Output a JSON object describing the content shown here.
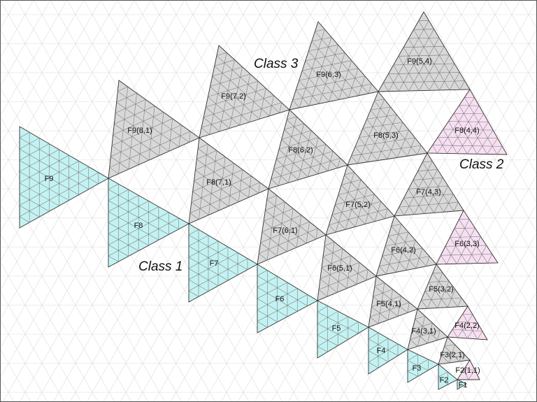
{
  "colors": {
    "background": "#ffffff",
    "background_grid": "#d9d9d9",
    "outer_border": "#555555",
    "class1_fill": "#c4f2f2",
    "class2_fill": "#f7dff2",
    "class3_fill": "#d8d8d8",
    "mesh_line": "#777777",
    "edge_line": "#333333"
  },
  "class_labels": {
    "class1": "Class 1",
    "class2": "Class 2",
    "class3": "Class 3"
  },
  "faces": [
    {
      "id": "f9",
      "label": "F9",
      "class": 1,
      "subdivisions": 9
    },
    {
      "id": "f8",
      "label": "F8",
      "class": 1,
      "subdivisions": 8
    },
    {
      "id": "f7",
      "label": "F7",
      "class": 1,
      "subdivisions": 7
    },
    {
      "id": "f6",
      "label": "F6",
      "class": 1,
      "subdivisions": 6
    },
    {
      "id": "f5",
      "label": "F5",
      "class": 1,
      "subdivisions": 5
    },
    {
      "id": "f4",
      "label": "F4",
      "class": 1,
      "subdivisions": 4
    },
    {
      "id": "f3",
      "label": "F3",
      "class": 1,
      "subdivisions": 3
    },
    {
      "id": "f2",
      "label": "F2",
      "class": 1,
      "subdivisions": 2
    },
    {
      "id": "f1",
      "label": "F1",
      "class": 1,
      "subdivisions": 1
    },
    {
      "id": "f9-8-1",
      "label": "F9(8,1)",
      "class": 3,
      "subdivisions": 9
    },
    {
      "id": "f9-7-2",
      "label": "F9(7,2)",
      "class": 3,
      "subdivisions": 9
    },
    {
      "id": "f9-6-3",
      "label": "F9(6,3)",
      "class": 3,
      "subdivisions": 9
    },
    {
      "id": "f9-5-4",
      "label": "F9(5,4)",
      "class": 3,
      "subdivisions": 9
    },
    {
      "id": "f8-7-1",
      "label": "F8(7,1)",
      "class": 3,
      "subdivisions": 8
    },
    {
      "id": "f8-6-2",
      "label": "F8(6,2)",
      "class": 3,
      "subdivisions": 8
    },
    {
      "id": "f8-5-3",
      "label": "F8(5,3)",
      "class": 3,
      "subdivisions": 8
    },
    {
      "id": "f8-4-4",
      "label": "F8(4,4)",
      "class": 2,
      "subdivisions": 8
    },
    {
      "id": "f7-6-1",
      "label": "F7(6,1)",
      "class": 3,
      "subdivisions": 7
    },
    {
      "id": "f7-5-2",
      "label": "F7(5,2)",
      "class": 3,
      "subdivisions": 7
    },
    {
      "id": "f7-4-3",
      "label": "F7(4,3)",
      "class": 3,
      "subdivisions": 7
    },
    {
      "id": "f6-5-1",
      "label": "F6(5,1)",
      "class": 3,
      "subdivisions": 6
    },
    {
      "id": "f6-4-2",
      "label": "F6(4,2)",
      "class": 3,
      "subdivisions": 6
    },
    {
      "id": "f6-3-3",
      "label": "F6(3,3)",
      "class": 2,
      "subdivisions": 6
    },
    {
      "id": "f5-4-1",
      "label": "F5(4,1)",
      "class": 3,
      "subdivisions": 5
    },
    {
      "id": "f5-3-2",
      "label": "F5(3,2)",
      "class": 3,
      "subdivisions": 5
    },
    {
      "id": "f4-3-1",
      "label": "F4(3,1)",
      "class": 3,
      "subdivisions": 4
    },
    {
      "id": "f4-2-2",
      "label": "F4(2,2)",
      "class": 2,
      "subdivisions": 4
    },
    {
      "id": "f3-2-1",
      "label": "F3(2,1)",
      "class": 3,
      "subdivisions": 3
    },
    {
      "id": "f2-1-1",
      "label": "F2(1,1)",
      "class": 2,
      "subdivisions": 2
    }
  ]
}
